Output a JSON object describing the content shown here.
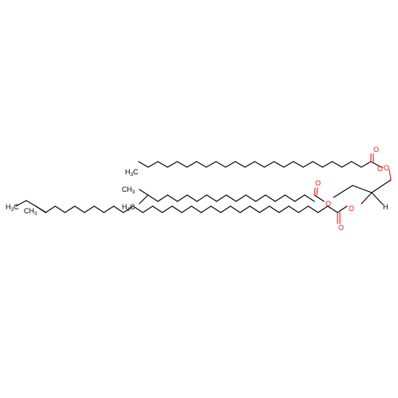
{
  "diagram": {
    "type": "chemical-structure",
    "atom_labels": {
      "carbonyl_o_top": "O",
      "ester_o_top": "O",
      "carbonyl_o_mid": "O",
      "ester_o_mid": "O",
      "carbonyl_o_bottom": "O",
      "ester_o_bottom": "O",
      "stereo_h": "H",
      "methyl_top": "H3C",
      "methyl_mid_a": "CH3",
      "methyl_mid_b": "H3C",
      "methyl_bottom_a": "H3C",
      "methyl_bottom_b": "CH3"
    },
    "colors": {
      "bond": "#000000",
      "oxygen": "#ff0d0d"
    }
  }
}
